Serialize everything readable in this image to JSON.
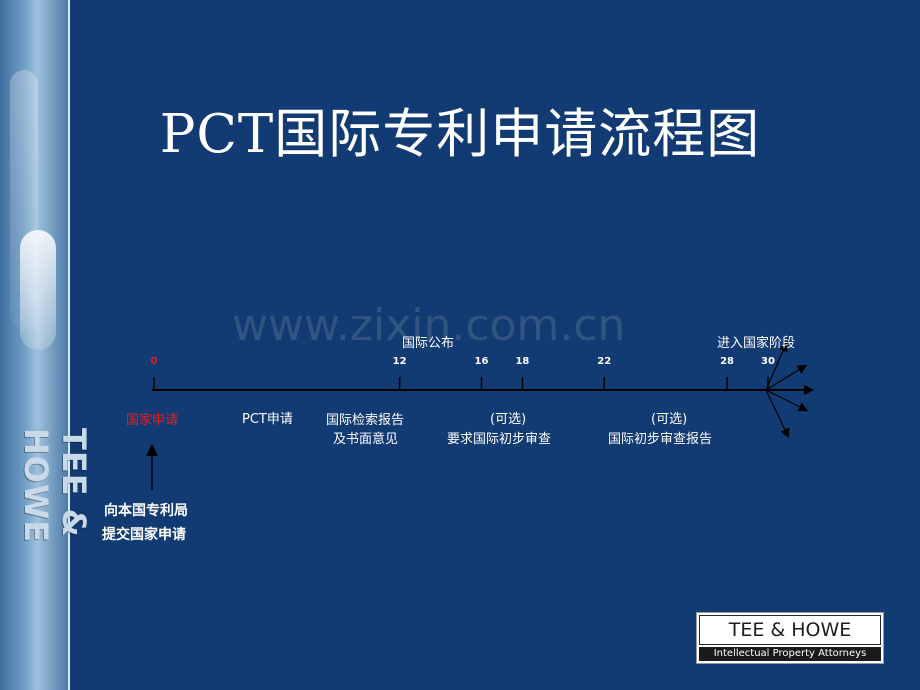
{
  "title": "PCT国际专利申请流程图",
  "watermark": "www.zixin.com.cn",
  "side_brand": "TEE & HOWE",
  "timeline": {
    "ticks": [
      {
        "value": 0,
        "label": "0"
      },
      {
        "value": 12,
        "label": "12"
      },
      {
        "value": 16,
        "label": "16"
      },
      {
        "value": 18,
        "label": "18"
      },
      {
        "value": 22,
        "label": "22"
      },
      {
        "value": 28,
        "label": "28"
      },
      {
        "value": 30,
        "label": "30"
      }
    ]
  },
  "labels": {
    "above_18": "国际公布",
    "above_30": "进入国家阶段",
    "national_filing": "国家申请",
    "pct_filing": "PCT申请",
    "search_report_line1": "国际检索报告",
    "search_report_line2": "及书面意见",
    "optional_1": "(可选)",
    "demand_prelim_exam": "要求国际初步审查",
    "optional_2": "(可选)",
    "prelim_exam_report": "国际初步审查报告",
    "submit_line1": "向本国专利局",
    "submit_line2": "提交国家申请"
  },
  "logo": {
    "name": "TEE & HOWE",
    "tagline": "Intellectual Property Attorneys"
  },
  "colors": {
    "background": "#123a73",
    "accent_red": "#e02020",
    "text": "#ffffff"
  }
}
